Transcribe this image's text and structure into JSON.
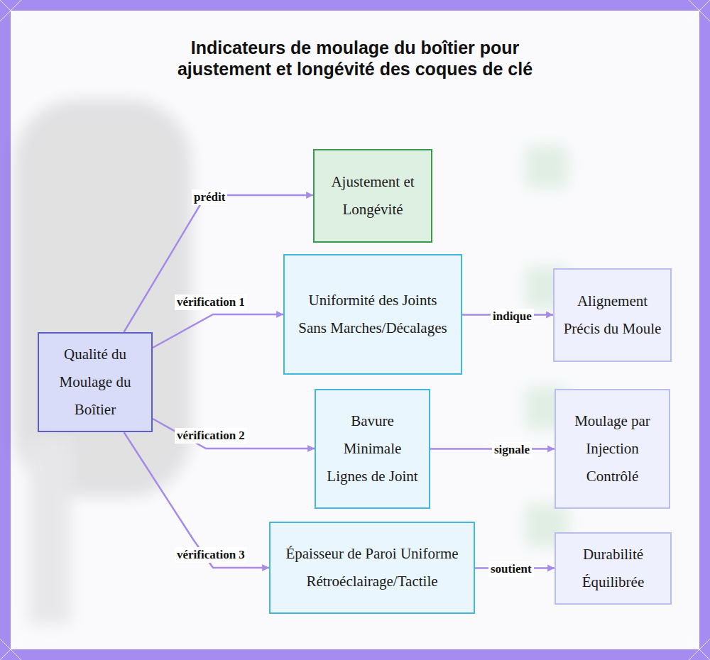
{
  "diagram": {
    "title": "Indicateurs de moulage du boîtier pour ajustement et longévité des coques de clé",
    "nodes": [
      {
        "text": [
          "Qualité du Moulage du Boîtier"
        ]
      },
      {
        "text": [
          "Ajustement et Longévité"
        ]
      },
      {
        "text": [
          "Uniformité des Joints Sans Marches/Décalages"
        ]
      },
      {
        "text": [
          "Alignement Précis du Moule"
        ]
      },
      {
        "text": [
          "Bavure Minimale Lignes de Joint"
        ]
      },
      {
        "text": [
          "Moulage par Injection Contrôlé"
        ]
      },
      {
        "text": [
          "Épaisseur de Paroi Uniforme Rétroéclairage/Tactile"
        ]
      },
      {
        "text": [
          "Durabilité Équilibrée"
        ]
      }
    ],
    "edges": [
      {
        "from": 0,
        "to": 1,
        "label": "prédit",
        "arrow": "to"
      },
      {
        "from": 0,
        "to": 2,
        "label": "vérification 1",
        "arrow": "to"
      },
      {
        "from": 0,
        "to": 4,
        "label": "vérification 2",
        "arrow": "to"
      },
      {
        "from": 0,
        "to": 6,
        "label": "vérification 3",
        "arrow": "to"
      },
      {
        "from": 2,
        "to": 3,
        "label": "indique",
        "arrow": "to"
      },
      {
        "from": 4,
        "to": 5,
        "label": "signale",
        "arrow": "to"
      },
      {
        "from": 6,
        "to": 7,
        "label": "soutient",
        "arrow": "to"
      }
    ]
  }
}
